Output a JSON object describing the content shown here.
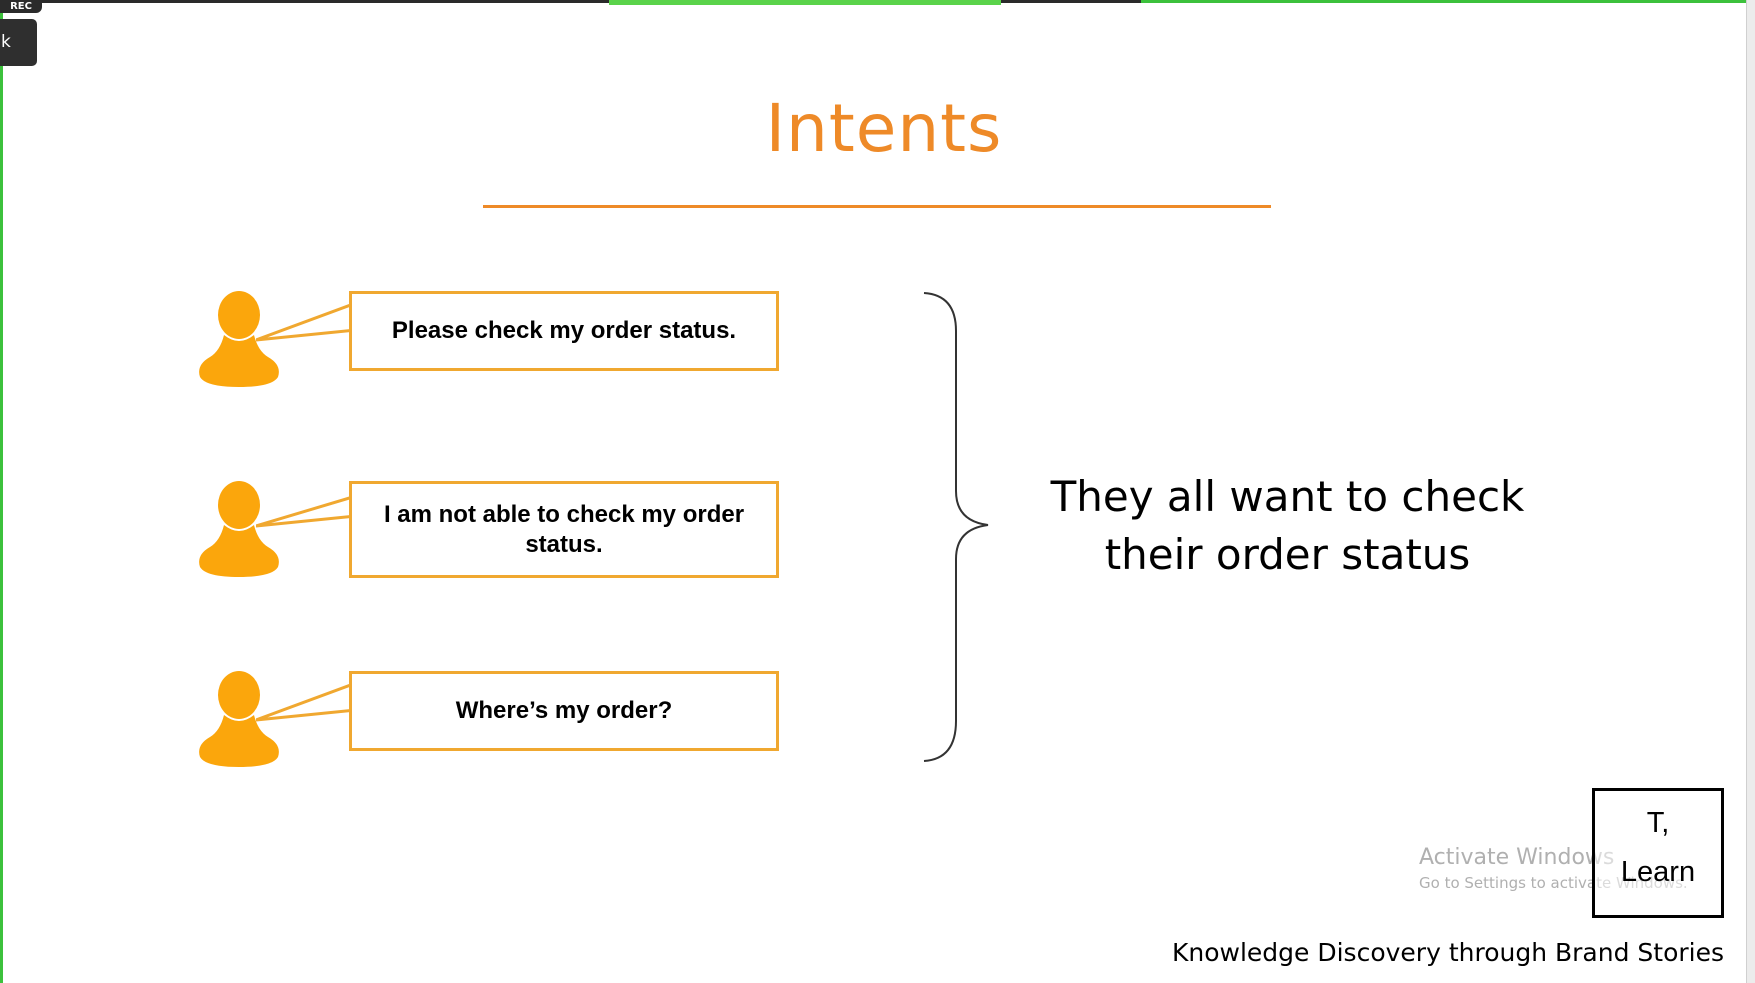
{
  "recording": {
    "badge_label": "REC",
    "corner_label": "k"
  },
  "slide": {
    "title": "Intents",
    "utterances": [
      "Please check my order status.",
      "I am not able to check my order status.",
      "Where’s my order?"
    ],
    "summary_line1": "They all want to check",
    "summary_line2": "their order status",
    "footer": "Knowledge Discovery through Brand Stories"
  },
  "watermark": {
    "title": "Activate Windows",
    "subtitle": "Go to Settings to activate Windows."
  },
  "participant_tile": {
    "line1": "T,",
    "line2": "Learn"
  },
  "colors": {
    "accent": "#ee8a28",
    "person": "#fba60c",
    "bubble_border": "#f0a830",
    "share_frame": "#3cc13c"
  }
}
